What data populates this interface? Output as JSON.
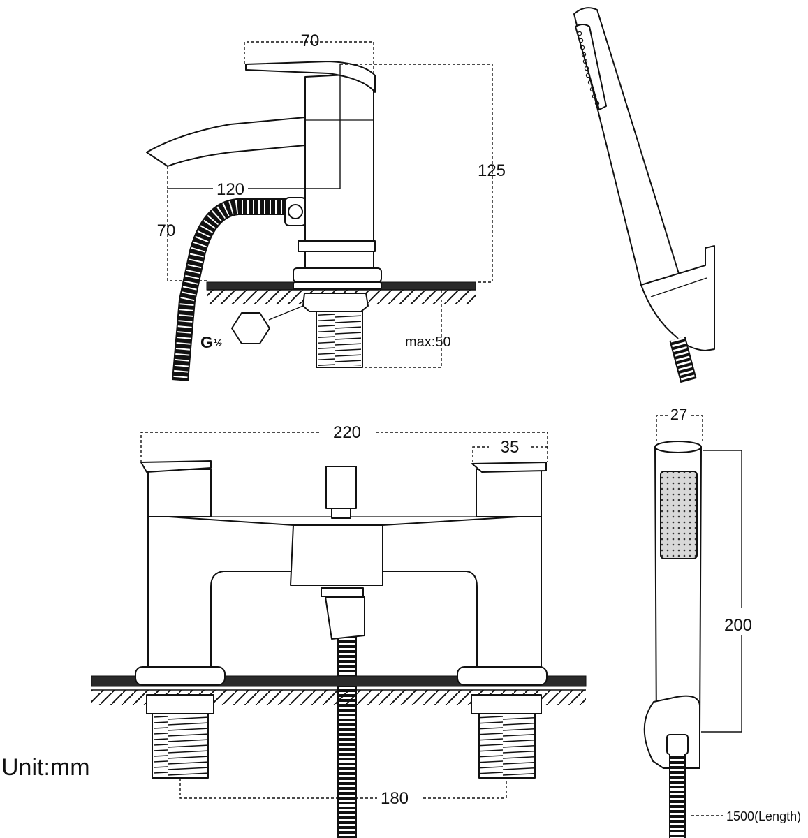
{
  "side_view": {
    "dim_top_width": "70",
    "dim_height": "125",
    "dim_spout_reach": "120",
    "dim_spout_height": "70",
    "dim_thread_max": "max:50",
    "thread_label_main": "G",
    "thread_label_frac": "½"
  },
  "front_view": {
    "dim_overall_width": "220",
    "dim_handle_width": "35",
    "dim_centres": "180"
  },
  "handset": {
    "dim_head_width": "27",
    "dim_length": "200",
    "hose_length": "1500(Length)"
  },
  "unit_label": "Unit:mm"
}
